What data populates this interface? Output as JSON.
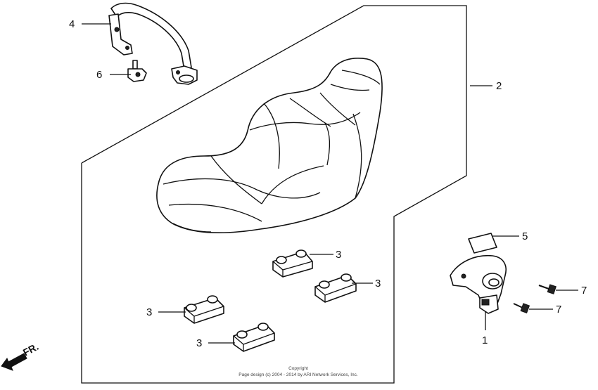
{
  "callouts": {
    "c1": "1",
    "c2": "2",
    "c3a": "3",
    "c3b": "3",
    "c3c": "3",
    "c3d": "3",
    "c4": "4",
    "c5": "5",
    "c6": "6",
    "c7a": "7",
    "c7b": "7"
  },
  "direction": {
    "label": "FR."
  },
  "copyright": {
    "line1": "Copyright",
    "line2": "Page design (c) 2004 - 2014 by ARI Network Services, Inc."
  },
  "icons": {
    "direction": "arrow-down-left-icon"
  }
}
